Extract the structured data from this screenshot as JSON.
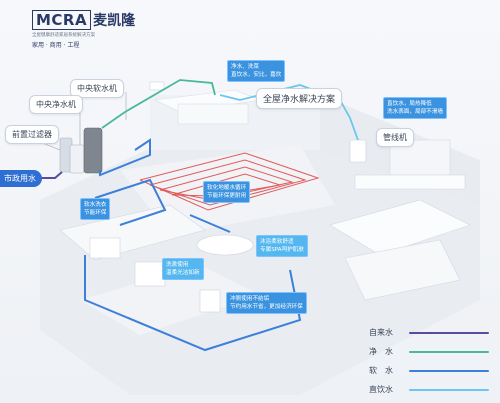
{
  "brand": {
    "logo_text": "MCRA",
    "logo_cn": "麦凯隆",
    "tagline": "全屋健康舒适家居系统解决方案",
    "sub": "家用 · 商用 · 工程"
  },
  "callouts": {
    "central_softener": "中央软水机",
    "central_purifier": "中央净水机",
    "prefilter": "前置过滤器",
    "whole_house_plan": "全屋净水解决方案",
    "pipeline_unit": "管线机",
    "municipal_water": "市政用水"
  },
  "info_boxes": {
    "kitchen_top": [
      "净水、洗菜",
      "直饮水，安比，嘉炊"
    ],
    "living_right": [
      "直饮水，局热降低",
      "洗水表面，局部不滑墙"
    ],
    "floor_heating": [
      "软化地暖水循环",
      "节能环保更耐用"
    ],
    "laundry": [
      "软水洗衣",
      "节能环保"
    ],
    "bathtub": [
      "沐浴柔软舒适",
      "专属SPA呵护肌肤"
    ],
    "bathroom_sink": [
      "洗漱使用",
      "温柔光洁如新"
    ],
    "toilet": [
      "冲厕使用不结垢",
      "节约用水节省，更加经济环保"
    ]
  },
  "legend": [
    {
      "label": "自来水",
      "color": "#5a4aa0"
    },
    {
      "label": "净　水",
      "color": "#49b89a"
    },
    {
      "label": "软　水",
      "color": "#3d7fd9"
    },
    {
      "label": "直饮水",
      "color": "#6cc6ee"
    }
  ]
}
